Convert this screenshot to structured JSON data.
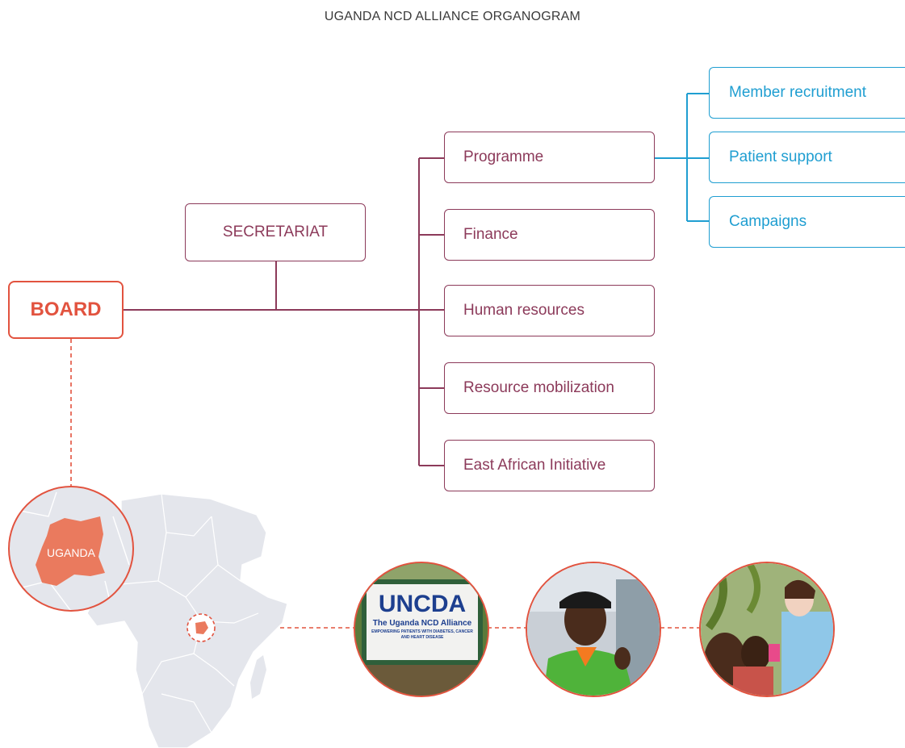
{
  "title": "UGANDA NCD ALLIANCE ORGANOGRAM",
  "board": {
    "label": "BOARD"
  },
  "secretariat": {
    "label": "SECRETARIAT"
  },
  "departments": [
    {
      "label": "Programme"
    },
    {
      "label": "Finance"
    },
    {
      "label": "Human resources"
    },
    {
      "label": "Resource mobilization"
    },
    {
      "label": "East African Initiative"
    }
  ],
  "programme_units": [
    {
      "label": "Member recruitment"
    },
    {
      "label": "Patient support"
    },
    {
      "label": "Campaigns"
    }
  ],
  "map": {
    "country_label": "UGANDA"
  },
  "photos": {
    "sign": {
      "heading": "UNCDA",
      "subheading": "The Uganda NCD Alliance",
      "tagline": "EMPOWERING PATIENTS WITH DIABETES, CANCER AND HEART DISEASE"
    }
  },
  "colors": {
    "accent_red": "#e2533f",
    "purple": "#8c3a5a",
    "blue": "#1f9ed1",
    "map_grey": "#e4e6ec",
    "uganda_fill": "#ea7a5e"
  }
}
